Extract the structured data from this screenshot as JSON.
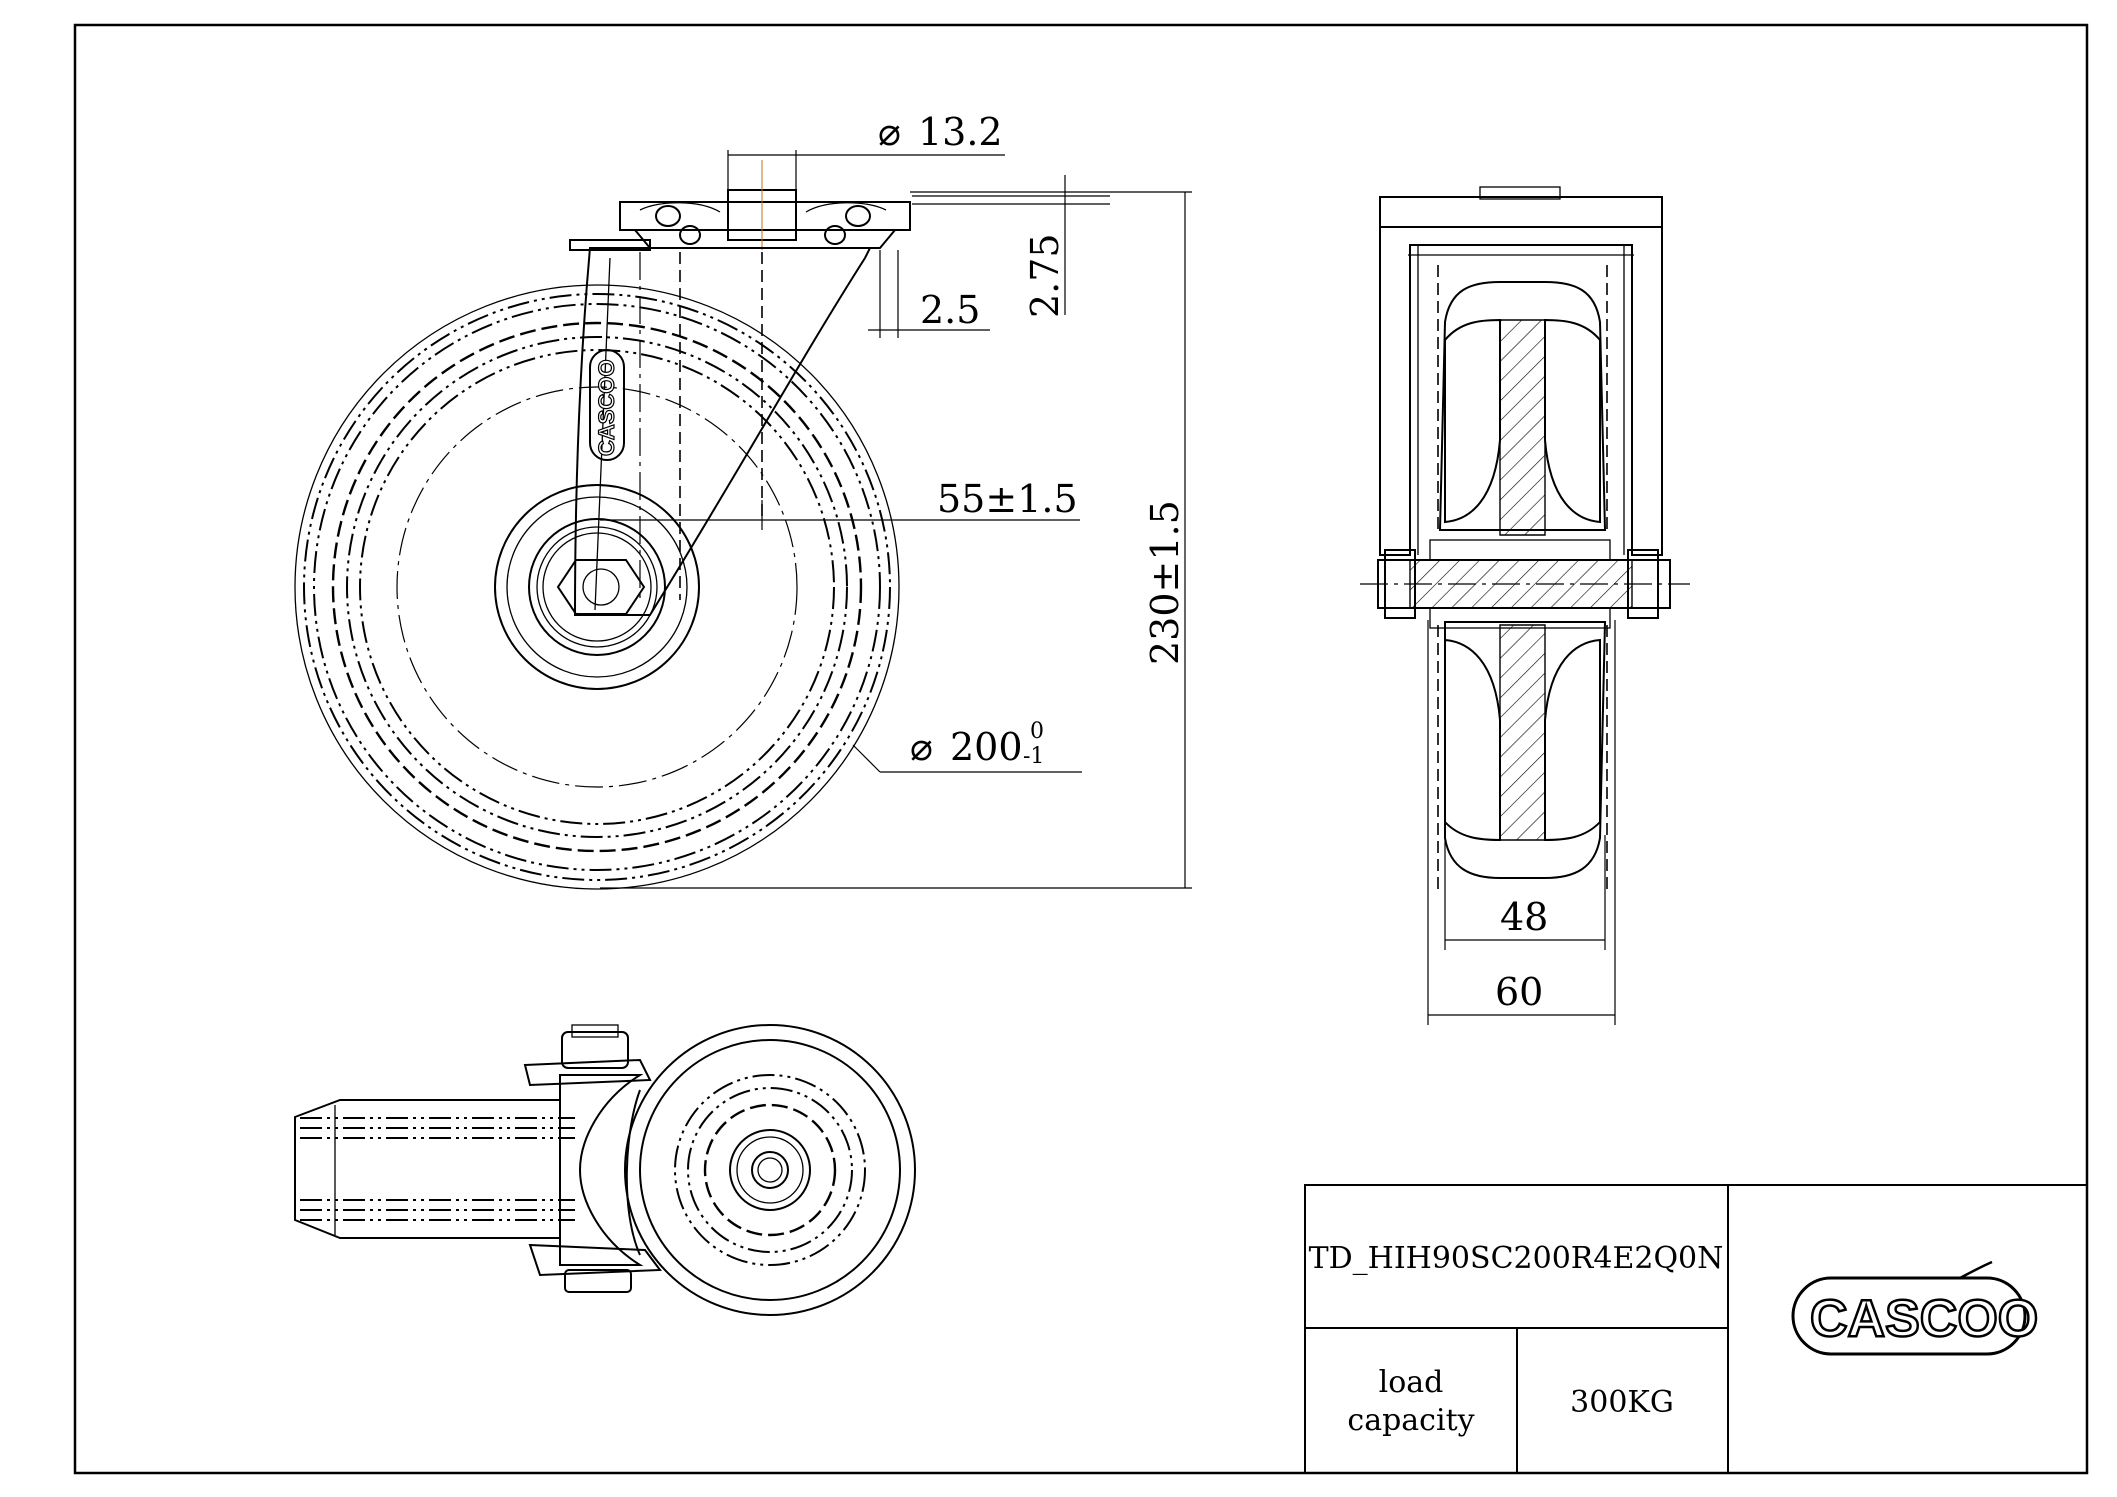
{
  "dimensions": {
    "bore_diameter": "13.2",
    "plate_gap": "2.75",
    "swivel_clearance": "2.5",
    "offset": "55±1.5",
    "overall_height": "230±1.5",
    "wheel_diameter": "200",
    "wheel_diameter_tol_upper": "0",
    "wheel_diameter_tol_lower": "-1",
    "tread_width": "48",
    "overall_width": "60"
  },
  "title_block": {
    "part_number": "TD_HIH90SC200R4E2Q0N",
    "load_label_line1": "load",
    "load_label_line2": "capacity",
    "load_value": "300KG"
  },
  "branding": {
    "logo_text": "CASCOO",
    "bracket_logo_text": "CASCOO"
  }
}
